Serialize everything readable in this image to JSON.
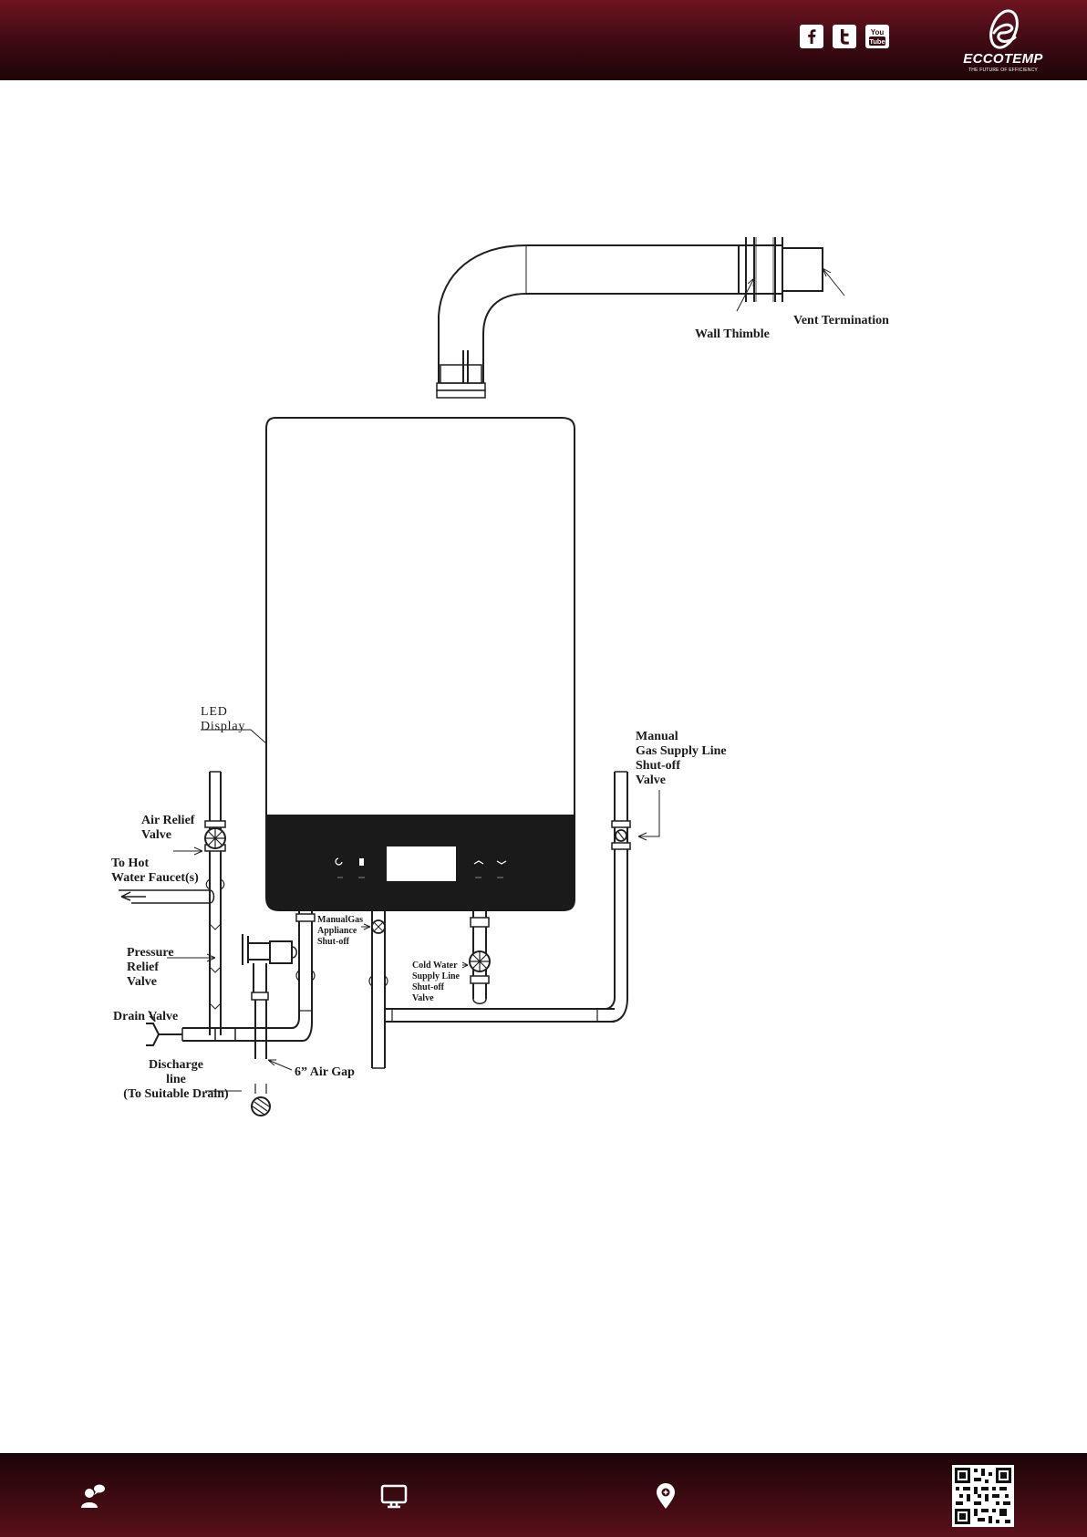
{
  "brand": {
    "name": "ECCOTEMP",
    "tagline": "THE FUTURE OF EFFICIENCY",
    "header_color": "#5a0f18"
  },
  "header_icons": [
    {
      "name": "facebook-icon",
      "label": "f"
    },
    {
      "name": "twitter-icon",
      "label": "t"
    },
    {
      "name": "youtube-icon",
      "label": "You Tube"
    }
  ],
  "footer_icons": [
    "contact-icon",
    "monitor-icon",
    "location-pin-icon",
    "qr-code-icon"
  ],
  "diagram": {
    "labels": {
      "vent_termination": "Vent Termination",
      "wall_thimble": "Wall Thimble",
      "led_display": [
        "LED",
        "Display"
      ],
      "manual_gas_supply": [
        "Manual",
        "Gas Supply Line",
        "Shut-off",
        "Valve"
      ],
      "air_relief_valve": [
        "Air Relief",
        "Valve"
      ],
      "to_hot_water": [
        "To Hot",
        "Water Faucet(s)"
      ],
      "pressure_relief_valve": [
        "Pressure",
        "Relief",
        "Valve"
      ],
      "manual_gas_appliance": [
        "ManualGas",
        "Appliance",
        "Shut-off"
      ],
      "cold_water_supply": [
        "Cold Water",
        "Supply Line",
        "Shut-off",
        "Valve"
      ],
      "drain_valve": "Drain Valve",
      "discharge_line": [
        "Discharge",
        "line",
        "(To Suitable Drain)"
      ],
      "air_gap": "6” Air Gap"
    }
  }
}
